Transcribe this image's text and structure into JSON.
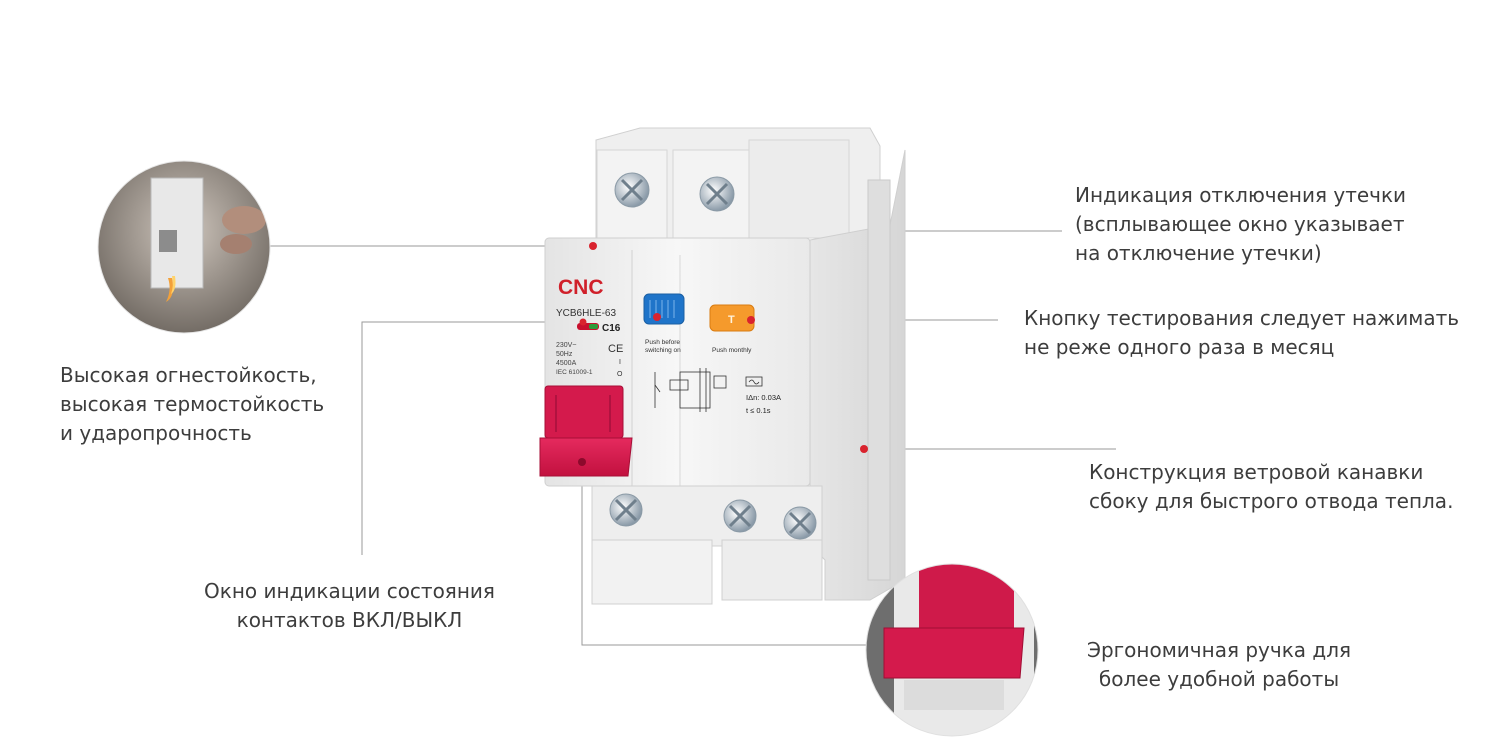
{
  "device": {
    "brand": "CNC",
    "model": "YCB6HLE-63",
    "rating": "C16",
    "voltage": "230V~",
    "frequency": "50Hz",
    "breaking_capacity": "4500A",
    "standard": "IEC 61009-1",
    "ce_mark": "CE",
    "push_before": "Push before",
    "switching_on": "switching on",
    "push_monthly": "Push monthly",
    "residual_current": "IΔn: 0.03A",
    "trip_time": "t ≤  0.1s",
    "test_button_letter": "T",
    "on_mark": "I",
    "off_mark": "O",
    "colors": {
      "body": "#f1f1f1",
      "handle": "#d41a4c",
      "brand_red": "#d0202a",
      "indicator_blue": "#1f74c9",
      "test_orange": "#f59a2c",
      "accent_dot": "#d9232e"
    }
  },
  "callouts": {
    "leak_indication": {
      "line1": "Индикация отключения утечки",
      "line2": "(всплывающее окно указывает",
      "line3": "на отключение утечки)"
    },
    "test_button": {
      "line1": "Кнопку тестирования следует нажимать",
      "line2": "не реже одного раза в месяц"
    },
    "fire_resistance": {
      "line1": "Высокая огнестойкость,",
      "line2": "высокая термостойкость",
      "line3": "и ударопрочность"
    },
    "heat_groove": {
      "line1": "Конструкция ветровой канавки",
      "line2": "сбоку для быстрого отвода тепла."
    },
    "contact_window": {
      "line1": "Окно индикации состояния",
      "line2": "контактов ВКЛ/ВЫКЛ"
    },
    "ergonomic_handle": {
      "line1": "Эргономичная ручка для",
      "line2": "более удобной работы"
    }
  }
}
